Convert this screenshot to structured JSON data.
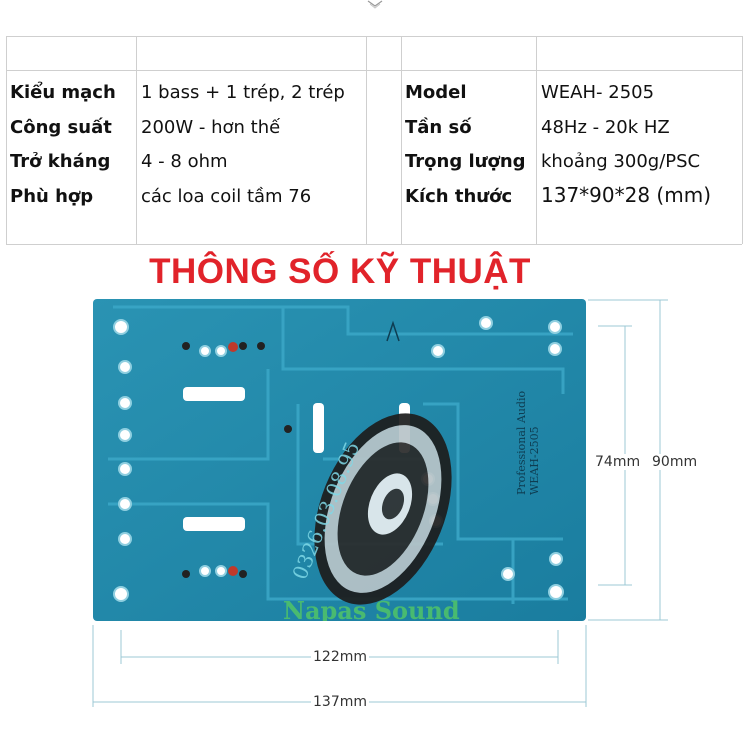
{
  "spec_rows": [
    {
      "label": "Kiểu mạch",
      "value": "1 bass + 1 trép, 2 trép",
      "label2": "Model",
      "value2": "WEAH- 2505"
    },
    {
      "label": "Công suất",
      "value": "200W - hơn thế",
      "label2": "Tần số",
      "value2": "48Hz - 20k HZ"
    },
    {
      "label": "Trở kháng",
      "value": "4 - 8 ohm",
      "label2": "Trọng lượng",
      "value2": "khoảng 300g/PSC"
    },
    {
      "label": "Phù hợp",
      "value": "các loa coil tầm 76",
      "label2": "Kích thước",
      "value2": "137*90*28 (mm)"
    }
  ],
  "heading": "THÔNG SỐ KỸ THUẬT",
  "board": {
    "silkscreen_line1": "Professional Audio",
    "silkscreen_line2": "WEAH-2505",
    "watermark_phone": "0326.03.08.95",
    "watermark_brand": "Napas Sound",
    "color": "#1e88a8"
  },
  "dimensions": {
    "inner_height": "74mm",
    "outer_height": "90mm",
    "inner_width": "122mm",
    "outer_width": "137mm"
  }
}
